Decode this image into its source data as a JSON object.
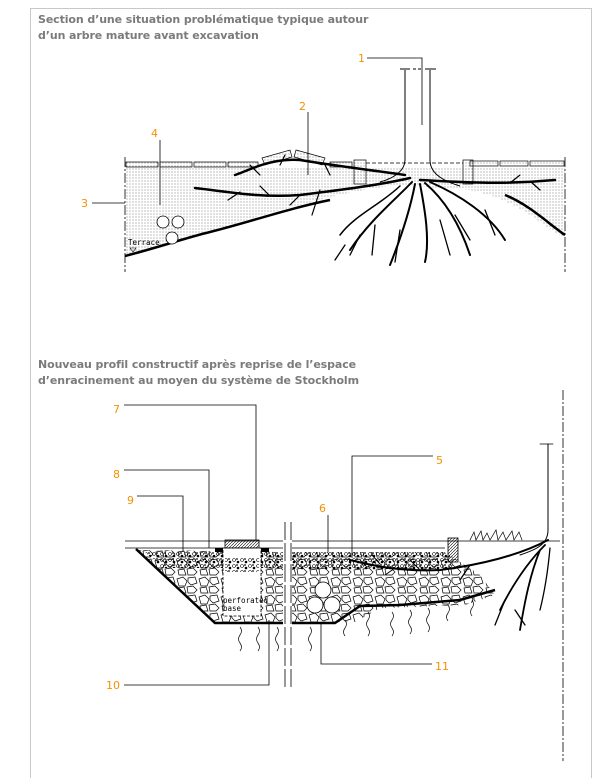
{
  "section1": {
    "title_line1": "Section d’une situation problématique typique autour",
    "title_line2": "d’un arbre mature avant excavation",
    "labels": [
      "1",
      "2",
      "3",
      "4"
    ],
    "terrace_label": "Terrace"
  },
  "section2": {
    "title_line1": "Nouveau profil constructif après reprise de l’espace",
    "title_line2": "d’enracinement au moyen du système de Stockholm",
    "labels": {
      "l5": "5",
      "l6": "6",
      "l7": "7",
      "l8": "8",
      "l9": "9",
      "l10": "10",
      "l11": "11"
    },
    "drain_label_line1": "perforated",
    "drain_label_line2": "base"
  },
  "colors": {
    "label": "#f39200",
    "title": "#7b7b7b",
    "frame": "#c8c8c8"
  }
}
